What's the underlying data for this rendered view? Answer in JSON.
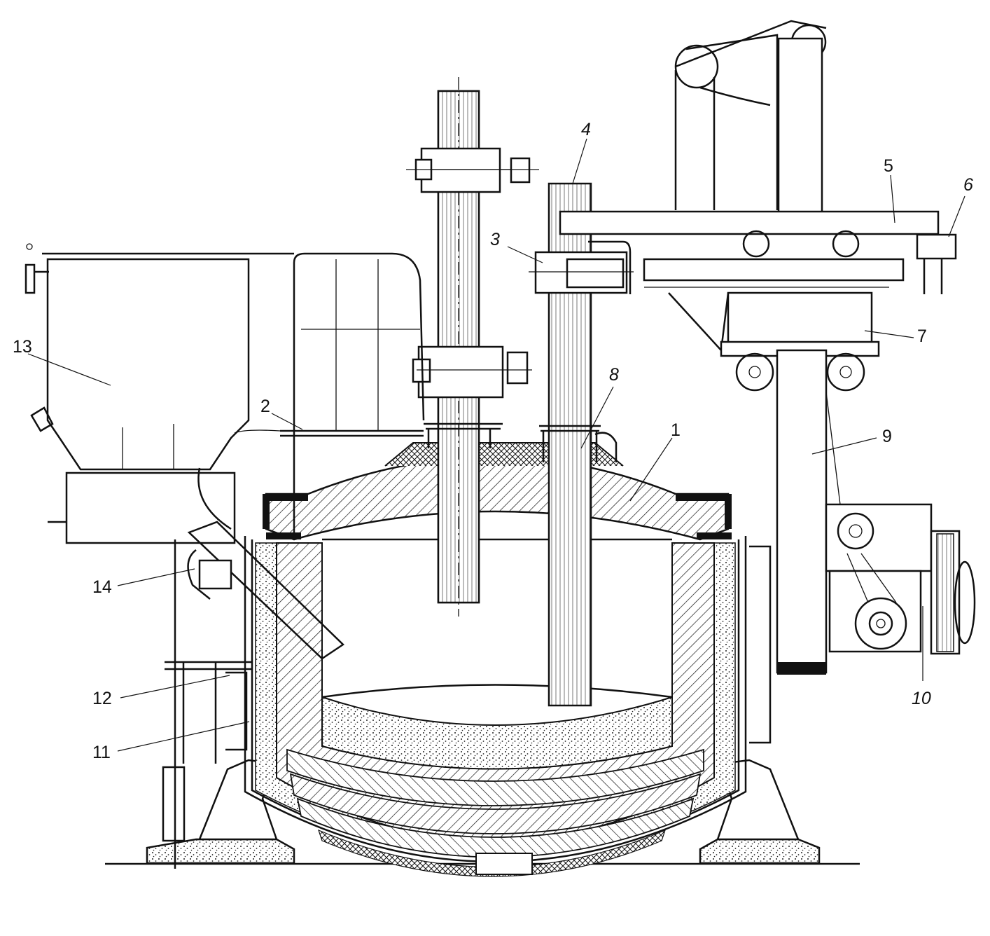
{
  "diagram": {
    "colors": {
      "ink": "#111111",
      "paper": "#ffffff"
    },
    "callouts": [
      {
        "id": "1",
        "text": "1",
        "italic": false
      },
      {
        "id": "2",
        "text": "2",
        "italic": false
      },
      {
        "id": "3",
        "text": "3",
        "italic": true
      },
      {
        "id": "4",
        "text": "4",
        "italic": true
      },
      {
        "id": "5",
        "text": "5",
        "italic": false
      },
      {
        "id": "6",
        "text": "6",
        "italic": true
      },
      {
        "id": "7",
        "text": "7",
        "italic": false
      },
      {
        "id": "8",
        "text": "8",
        "italic": true
      },
      {
        "id": "9",
        "text": "9",
        "italic": false
      },
      {
        "id": "10",
        "text": "10",
        "italic": true
      },
      {
        "id": "11",
        "text": "11",
        "italic": false
      },
      {
        "id": "12",
        "text": "12",
        "italic": false
      },
      {
        "id": "13",
        "text": "13",
        "italic": false
      },
      {
        "id": "14",
        "text": "14",
        "italic": false
      }
    ]
  }
}
